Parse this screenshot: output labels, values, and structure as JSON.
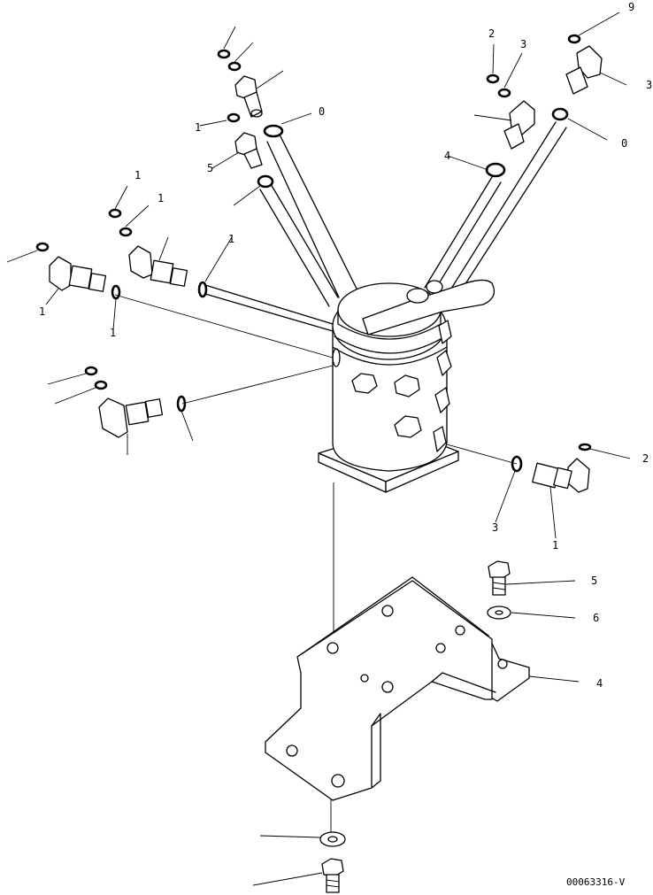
{
  "drawing_code": "00063316-V",
  "callouts": {
    "c1": "9",
    "c2": "2",
    "c3": "3",
    "c4": "3",
    "c5": "0",
    "c6": "0",
    "c7": "4",
    "c8": "1",
    "c9": "5",
    "c10": "1",
    "c11": "1",
    "c12": "1",
    "c13": "1",
    "c14": "1",
    "c15": "2",
    "c16": "3",
    "c17": "1",
    "c18": "5",
    "c19": "6",
    "c20": "4"
  }
}
